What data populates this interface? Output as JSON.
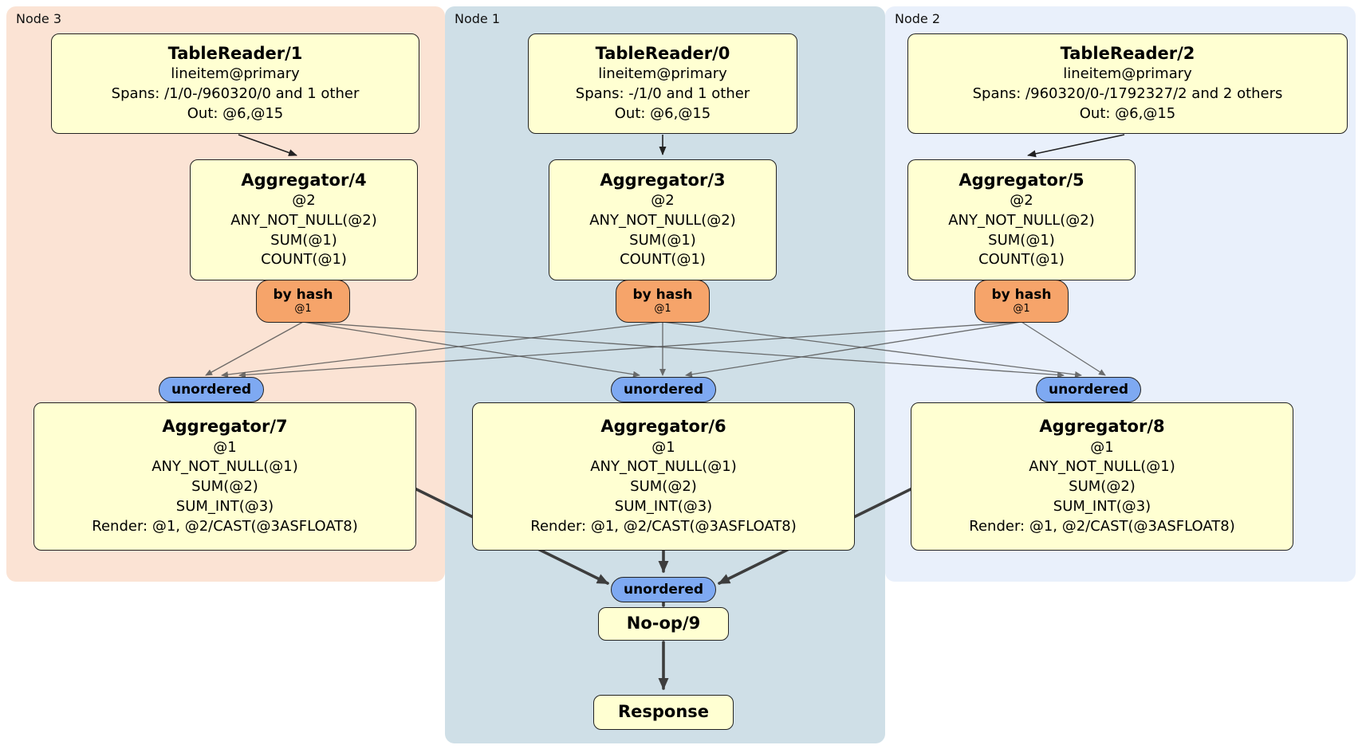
{
  "diagram": {
    "regions": [
      {
        "label": "Node 3"
      },
      {
        "label": "Node 1"
      },
      {
        "label": "Node 2"
      }
    ],
    "nodes": {
      "tr1": {
        "title": "TableReader/1",
        "lines": [
          "lineitem@primary",
          "Spans: /1/0-/960320/0 and 1 other",
          "Out: @6,@15"
        ]
      },
      "tr0": {
        "title": "TableReader/0",
        "lines": [
          "lineitem@primary",
          "Spans: -/1/0 and 1 other",
          "Out: @6,@15"
        ]
      },
      "tr2": {
        "title": "TableReader/2",
        "lines": [
          "lineitem@primary",
          "Spans: /960320/0-/1792327/2 and 2 others",
          "Out: @6,@15"
        ]
      },
      "agg4": {
        "title": "Aggregator/4",
        "lines": [
          "@2",
          "ANY_NOT_NULL(@2)",
          "SUM(@1)",
          "COUNT(@1)"
        ]
      },
      "agg3": {
        "title": "Aggregator/3",
        "lines": [
          "@2",
          "ANY_NOT_NULL(@2)",
          "SUM(@1)",
          "COUNT(@1)"
        ]
      },
      "agg5": {
        "title": "Aggregator/5",
        "lines": [
          "@2",
          "ANY_NOT_NULL(@2)",
          "SUM(@1)",
          "COUNT(@1)"
        ]
      },
      "agg7": {
        "title": "Aggregator/7",
        "lines": [
          "@1",
          "ANY_NOT_NULL(@1)",
          "SUM(@2)",
          "SUM_INT(@3)",
          "Render: @1, @2/CAST(@3ASFLOAT8)"
        ]
      },
      "agg6": {
        "title": "Aggregator/6",
        "lines": [
          "@1",
          "ANY_NOT_NULL(@1)",
          "SUM(@2)",
          "SUM_INT(@3)",
          "Render: @1, @2/CAST(@3ASFLOAT8)"
        ]
      },
      "agg8": {
        "title": "Aggregator/8",
        "lines": [
          "@1",
          "ANY_NOT_NULL(@1)",
          "SUM(@2)",
          "SUM_INT(@3)",
          "Render: @1, @2/CAST(@3ASFLOAT8)"
        ]
      },
      "noop": {
        "title": "No-op/9"
      },
      "response": {
        "title": "Response"
      }
    },
    "routers": [
      {
        "label": "by hash",
        "sub": "@1"
      },
      {
        "label": "by hash",
        "sub": "@1"
      },
      {
        "label": "by hash",
        "sub": "@1"
      }
    ],
    "streams": [
      {
        "label": "unordered"
      },
      {
        "label": "unordered"
      },
      {
        "label": "unordered"
      },
      {
        "label": "unordered"
      }
    ]
  },
  "colors": {
    "node_fill": "#ffffd2",
    "node_border": "#222222",
    "region_node3_bg": "#fbe3d4",
    "region_node1_bg": "#cfdfe7",
    "region_node2_bg": "#e9f0fb",
    "router_fill": "#f6a46a",
    "stream_fill": "#7ea9f2",
    "edge_thin": "#222222",
    "edge_gray": "#555555",
    "edge_thick": "#3d3d3d"
  }
}
